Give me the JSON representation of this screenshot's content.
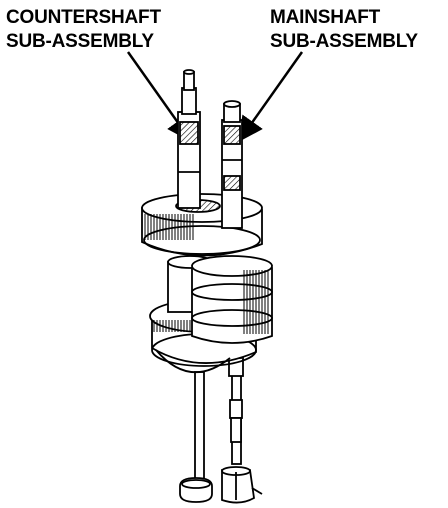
{
  "labels": {
    "countershaft_line1": "COUNTERSHAFT",
    "countershaft_line2": "SUB-ASSEMBLY",
    "mainshaft_line1": "MAINSHAFT",
    "mainshaft_line2": "SUB-ASSEMBLY"
  },
  "colors": {
    "ink": "#000000",
    "paper": "#ffffff"
  }
}
